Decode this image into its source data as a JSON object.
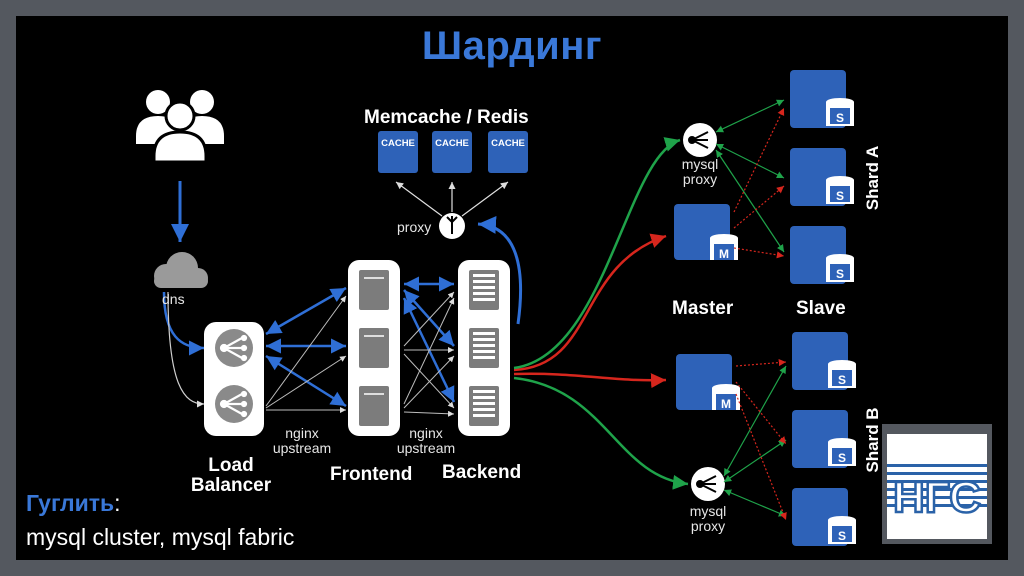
{
  "title": "Шардинг",
  "memcache_title": "Memcache / Redis",
  "cache_label": "CACHE",
  "proxy_label": "proxy",
  "dns_label": "dns",
  "nginx_upstream": [
    "nginx",
    "upstream"
  ],
  "load_balancer": [
    "Load",
    "Balancer"
  ],
  "frontend": "Frontend",
  "backend": "Backend",
  "mysql_proxy": [
    "mysql",
    "proxy"
  ],
  "master": "Master",
  "slave": "Slave",
  "shard_a": "Shard A",
  "shard_b": "Shard B",
  "master_badge": "M",
  "slave_badge": "S",
  "google_label": "Гуглить",
  "google_colon": ":",
  "google_query": "mysql cluster, mysql fabric",
  "logo_text": "НГС",
  "colors": {
    "accent_blue": "#3a78d8",
    "arrow_green": "#1fa34a",
    "arrow_red": "#d6261d",
    "server_gray": "#7c7c7c",
    "db_blue": "#2e62b8"
  }
}
